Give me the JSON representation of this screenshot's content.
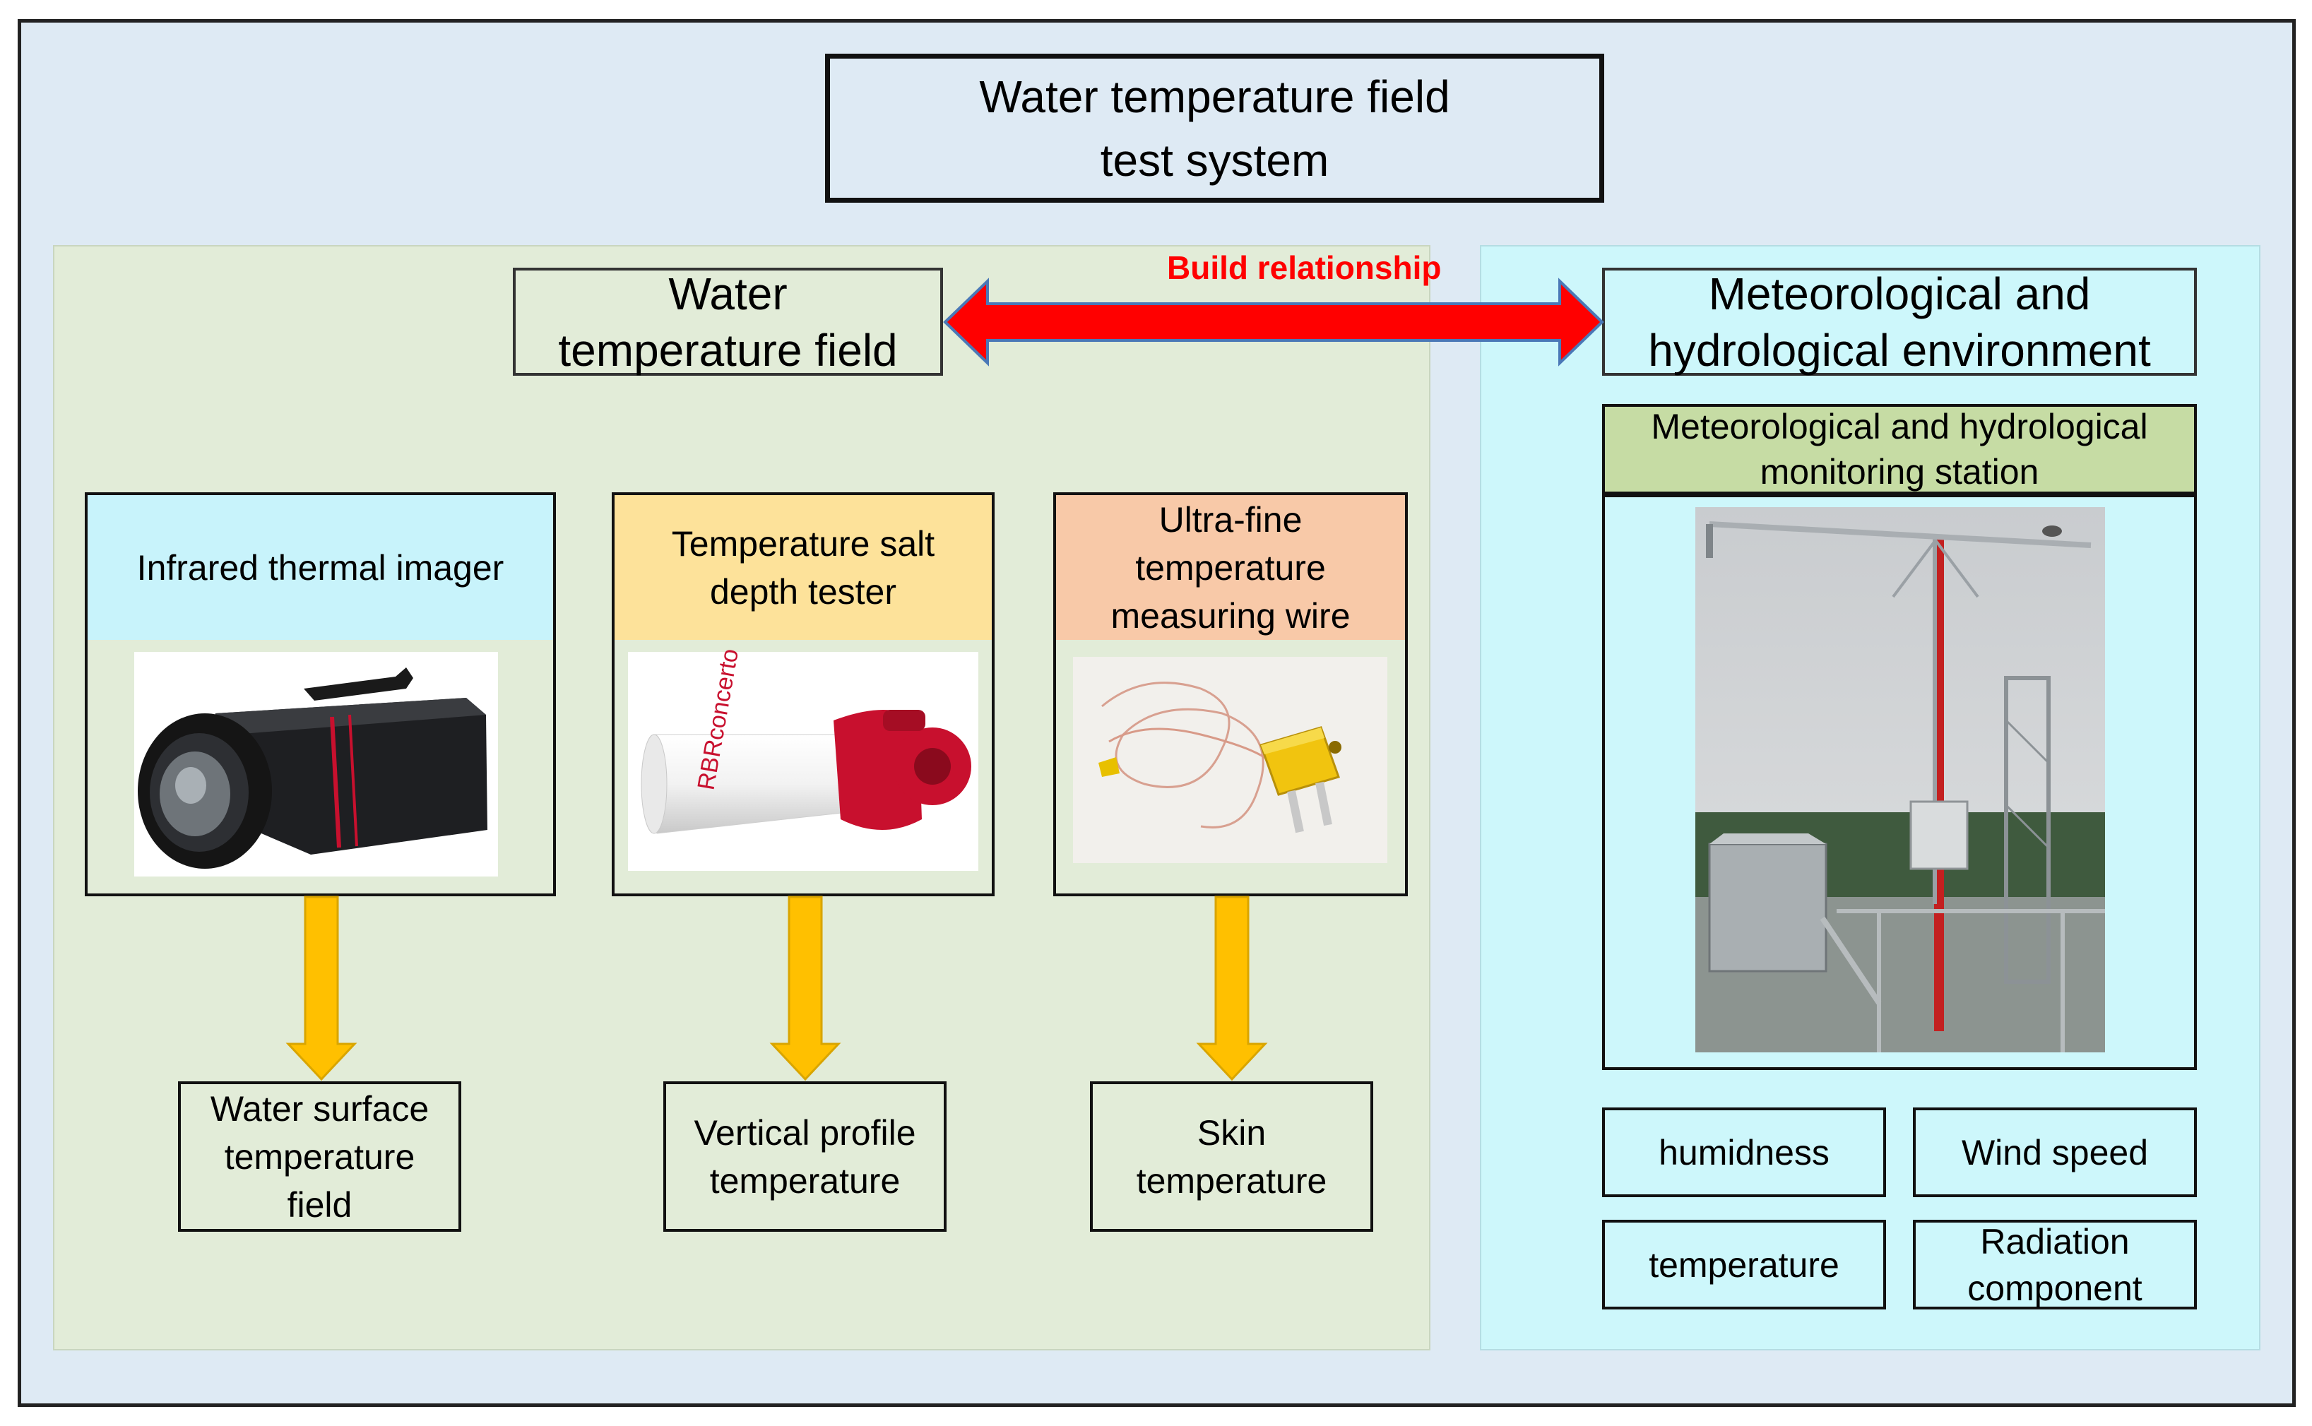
{
  "title": "Water temperature field\ntest system",
  "relationship_label": "Build relationship",
  "left_panel": {
    "header": "Water\ntemperature field",
    "instruments": [
      {
        "label": "Infrared thermal imager",
        "output": "Water surface\ntemperature\nfield",
        "color": "#c8f3fb"
      },
      {
        "label": "Temperature salt\ndepth tester",
        "output": "Vertical profile\ntemperature",
        "color": "#fde29a"
      },
      {
        "label": "Ultra-fine\ntemperature\nmeasuring wire",
        "output": "Skin\ntemperature",
        "color": "#f8c9a8"
      }
    ],
    "camera_brand": "RBRconcerto"
  },
  "right_panel": {
    "header": "Meteorological and\nhydrological environment",
    "station_label": "Meteorological and hydrological\nmonitoring station",
    "station_label_color": "#c6dca4",
    "measurements": [
      "humidness",
      "Wind speed",
      "temperature",
      "Radiation\ncomponent"
    ]
  },
  "colors": {
    "arrow_down": "#ffc000",
    "arrow_relation": "#ff0000"
  }
}
